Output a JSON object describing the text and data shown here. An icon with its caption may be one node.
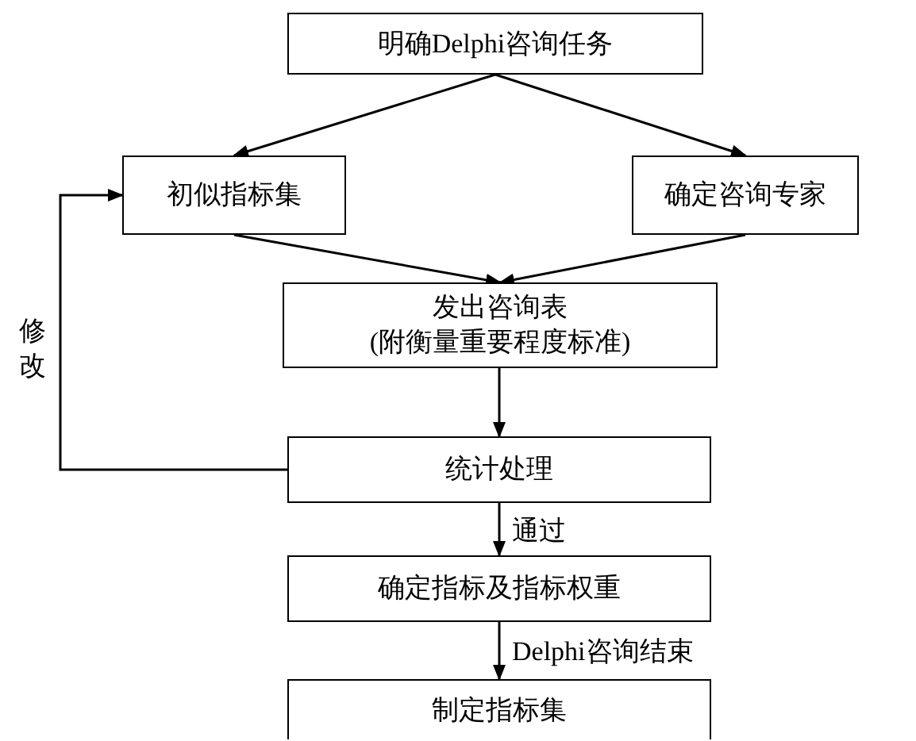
{
  "diagram": {
    "nodes": [
      {
        "text": [
          "明确Delphi咨询任务"
        ]
      },
      {
        "text": [
          "初似指标集"
        ]
      },
      {
        "text": [
          "确定咨询专家"
        ]
      },
      {
        "text": [
          "发出咨询表",
          "(附衡量重要程度标准)"
        ]
      },
      {
        "text": [
          "统计处理"
        ]
      },
      {
        "text": [
          "确定指标及指标权重"
        ]
      },
      {
        "text": [
          "制定指标集"
        ]
      }
    ],
    "edges": [
      {
        "from": 0,
        "to": 1,
        "arrow": "to"
      },
      {
        "from": 0,
        "to": 2,
        "arrow": "to"
      },
      {
        "from": 1,
        "to": 3,
        "arrow": "to"
      },
      {
        "from": 2,
        "to": 3,
        "arrow": "to"
      },
      {
        "from": 3,
        "to": 4,
        "arrow": "to"
      },
      {
        "from": 4,
        "to": 1,
        "arrow": "to",
        "label": "修改"
      },
      {
        "from": 4,
        "to": 5,
        "arrow": "to",
        "label": "通过"
      },
      {
        "from": 5,
        "to": 6,
        "arrow": "to",
        "label": "Delphi咨询结束"
      }
    ]
  }
}
